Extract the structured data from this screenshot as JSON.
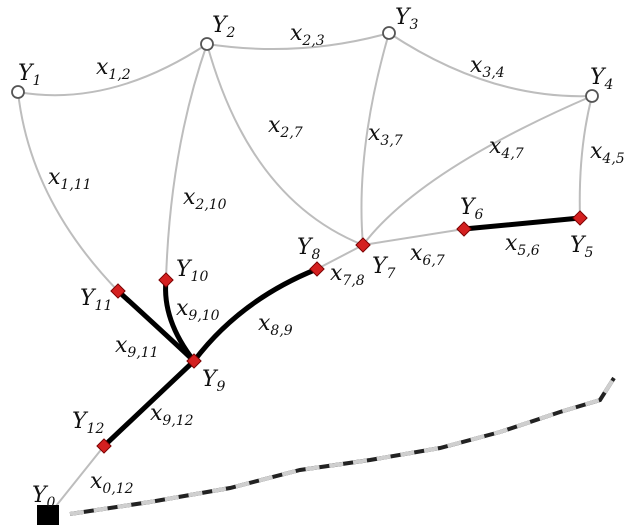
{
  "nodes": [
    {
      "id": "Y0",
      "base": "Y",
      "sub": "0",
      "kind": "depot"
    },
    {
      "id": "Y1",
      "base": "Y",
      "sub": "1",
      "kind": "open"
    },
    {
      "id": "Y2",
      "base": "Y",
      "sub": "2",
      "kind": "open"
    },
    {
      "id": "Y3",
      "base": "Y",
      "sub": "3",
      "kind": "open"
    },
    {
      "id": "Y4",
      "base": "Y",
      "sub": "4",
      "kind": "open"
    },
    {
      "id": "Y5",
      "base": "Y",
      "sub": "5",
      "kind": "red"
    },
    {
      "id": "Y6",
      "base": "Y",
      "sub": "6",
      "kind": "red"
    },
    {
      "id": "Y7",
      "base": "Y",
      "sub": "7",
      "kind": "red"
    },
    {
      "id": "Y8",
      "base": "Y",
      "sub": "8",
      "kind": "red"
    },
    {
      "id": "Y9",
      "base": "Y",
      "sub": "9",
      "kind": "red"
    },
    {
      "id": "Y10",
      "base": "Y",
      "sub": "10",
      "kind": "red"
    },
    {
      "id": "Y11",
      "base": "Y",
      "sub": "11",
      "kind": "red"
    },
    {
      "id": "Y12",
      "base": "Y",
      "sub": "12",
      "kind": "red"
    }
  ],
  "edges": [
    {
      "id": "x1_2",
      "from": "Y1",
      "to": "Y2",
      "base": "x",
      "sub": "1,2",
      "style": "gray"
    },
    {
      "id": "x2_3",
      "from": "Y2",
      "to": "Y3",
      "base": "x",
      "sub": "2,3",
      "style": "gray"
    },
    {
      "id": "x3_4",
      "from": "Y3",
      "to": "Y4",
      "base": "x",
      "sub": "3,4",
      "style": "gray"
    },
    {
      "id": "x4_5",
      "from": "Y4",
      "to": "Y5",
      "base": "x",
      "sub": "4,5",
      "style": "gray"
    },
    {
      "id": "x1_11",
      "from": "Y1",
      "to": "Y11",
      "base": "x",
      "sub": "1,11",
      "style": "gray"
    },
    {
      "id": "x2_10",
      "from": "Y2",
      "to": "Y10",
      "base": "x",
      "sub": "2,10",
      "style": "gray"
    },
    {
      "id": "x2_7",
      "from": "Y2",
      "to": "Y7",
      "base": "x",
      "sub": "2,7",
      "style": "gray"
    },
    {
      "id": "x3_7",
      "from": "Y3",
      "to": "Y7",
      "base": "x",
      "sub": "3,7",
      "style": "gray"
    },
    {
      "id": "x4_7",
      "from": "Y4",
      "to": "Y7",
      "base": "x",
      "sub": "4,7",
      "style": "gray"
    },
    {
      "id": "x6_7",
      "from": "Y6",
      "to": "Y7",
      "base": "x",
      "sub": "6,7",
      "style": "gray"
    },
    {
      "id": "x7_8",
      "from": "Y7",
      "to": "Y8",
      "base": "x",
      "sub": "7,8",
      "style": "gray"
    },
    {
      "id": "x0_12",
      "from": "Y0",
      "to": "Y12",
      "base": "x",
      "sub": "0,12",
      "style": "gray"
    },
    {
      "id": "x5_6",
      "from": "Y5",
      "to": "Y6",
      "base": "x",
      "sub": "5,6",
      "style": "bold"
    },
    {
      "id": "x8_9",
      "from": "Y8",
      "to": "Y9",
      "base": "x",
      "sub": "8,9",
      "style": "bold"
    },
    {
      "id": "x9_10",
      "from": "Y9",
      "to": "Y10",
      "base": "x",
      "sub": "9,10",
      "style": "bold"
    },
    {
      "id": "x9_11",
      "from": "Y9",
      "to": "Y11",
      "base": "x",
      "sub": "9,11",
      "style": "bold"
    },
    {
      "id": "x9_12",
      "from": "Y9",
      "to": "Y12",
      "base": "x",
      "sub": "9,12",
      "style": "bold"
    }
  ],
  "colors": {
    "gray_edge": "#bdbdbd",
    "bold_edge": "#000000",
    "red_node": "#d42020",
    "open_node_fill": "#ffffff",
    "open_node_stroke": "#555555",
    "depot": "#000000",
    "railway_dark": "#222222",
    "railway_light": "#cfcfcf"
  }
}
